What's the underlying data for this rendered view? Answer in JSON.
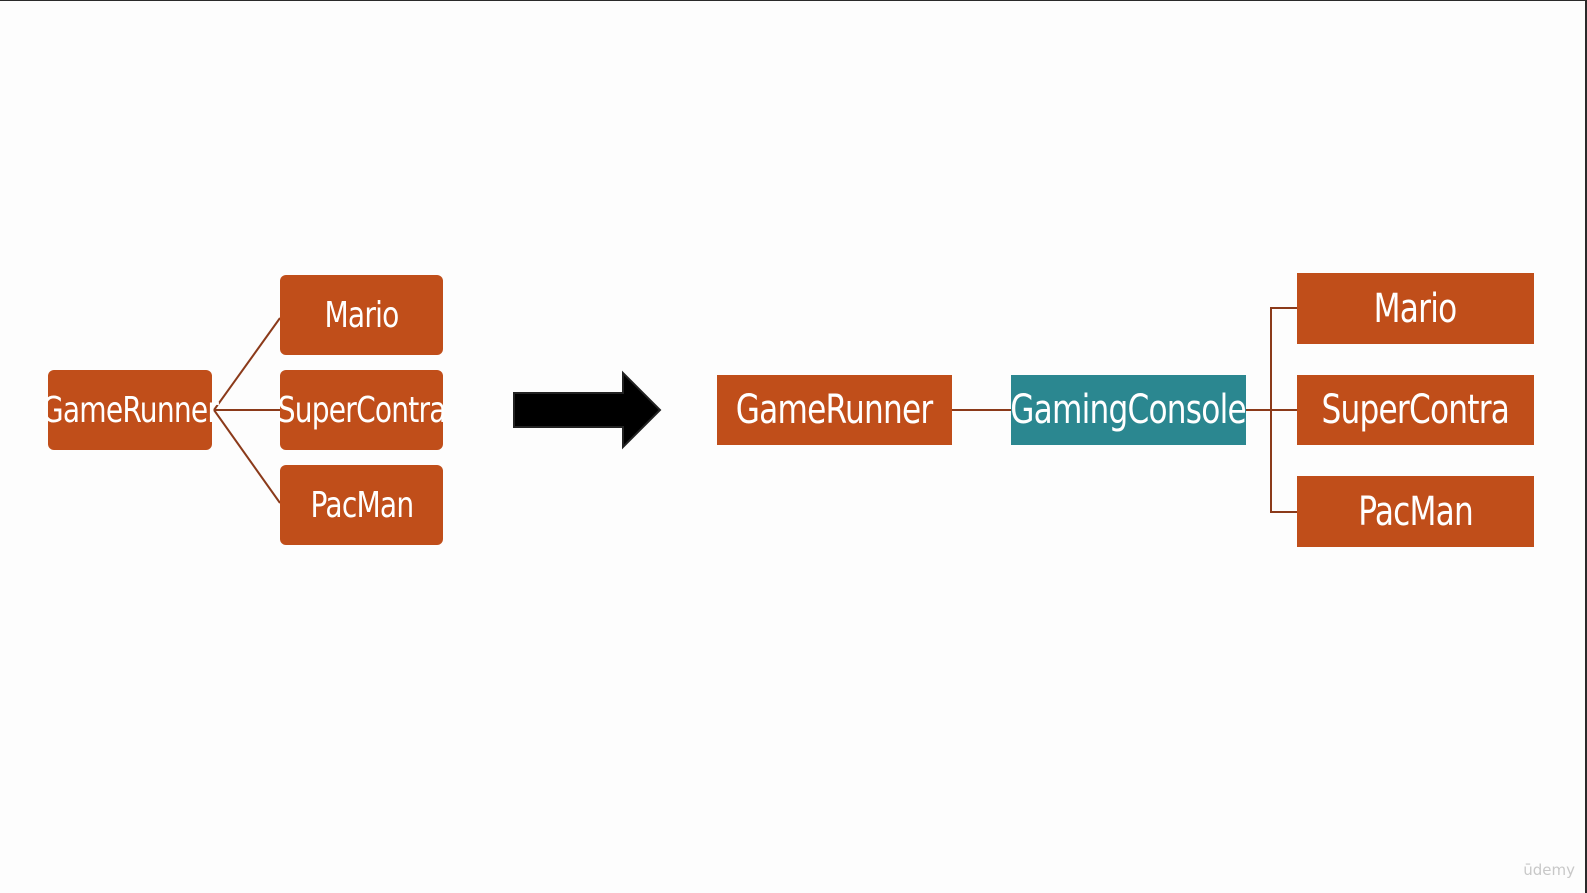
{
  "colors": {
    "orange": "#c04e1a",
    "teal": "#2b8790",
    "connector": "#8b3a1a",
    "arrow": "#000000"
  },
  "before": {
    "root": "GameRunner",
    "children": [
      "Mario",
      "SuperContra",
      "PacMan"
    ]
  },
  "transition_icon": "right-arrow-icon",
  "after": {
    "root": "GameRunner",
    "interface": "GamingConsole",
    "children": [
      "Mario",
      "SuperContra",
      "PacMan"
    ]
  },
  "watermark": "ūdemy"
}
